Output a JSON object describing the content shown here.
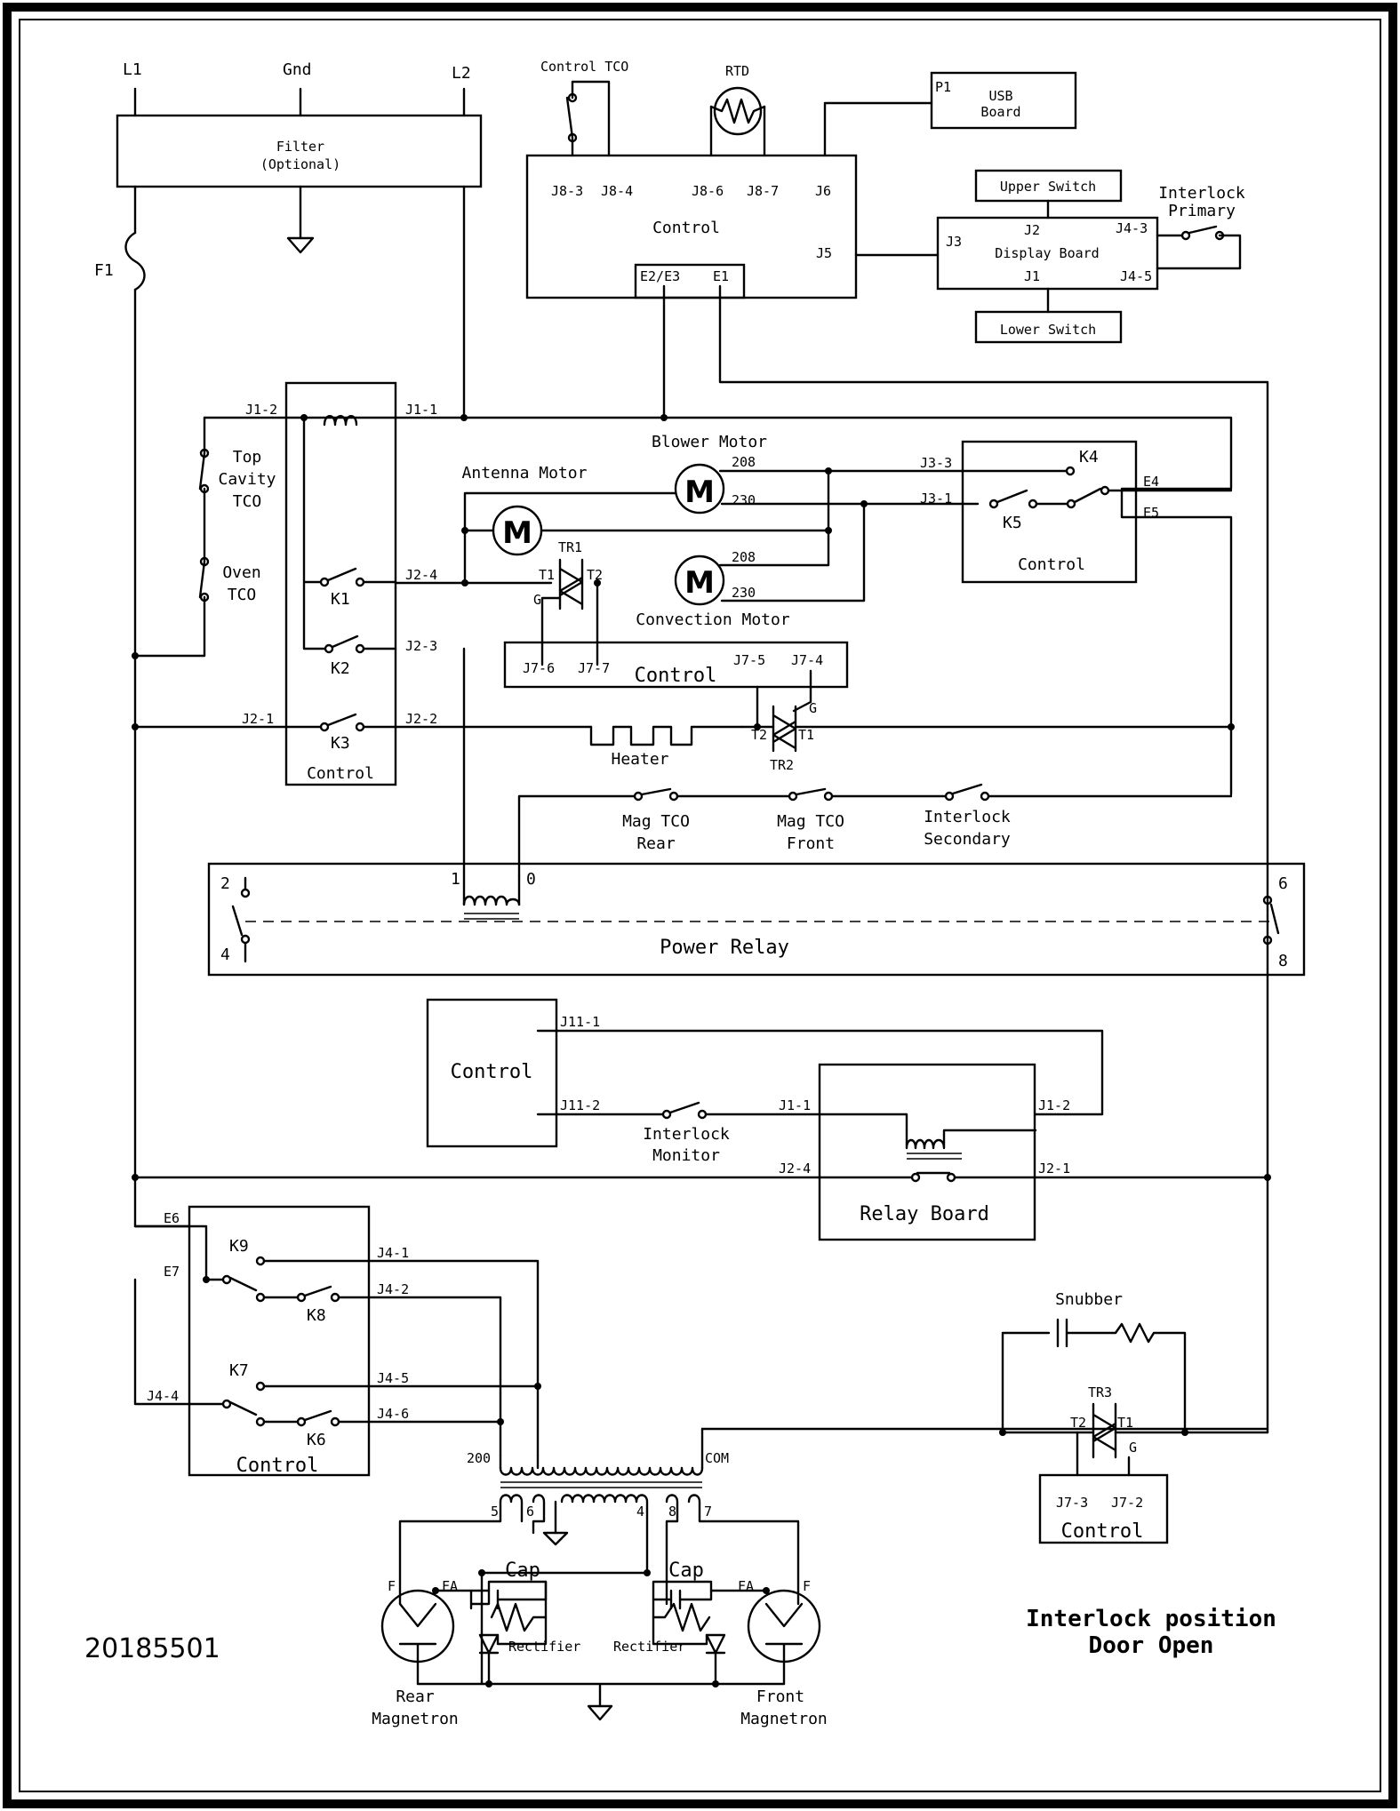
{
  "supply": {
    "l1": "L1",
    "gnd": "Gnd",
    "l2": "L2",
    "fuse": "F1"
  },
  "filter": {
    "title": "Filter",
    "subtitle": "(Optional)"
  },
  "top_control": {
    "title": "Control",
    "control_tco": "Control TCO",
    "rtd": "RTD",
    "j8_3": "J8-3",
    "j8_4": "J8-4",
    "j8_6": "J8-6",
    "j8_7": "J8-7",
    "j6": "J6",
    "j5": "J5",
    "e2e3": "E2/E3",
    "e1": "E1"
  },
  "usb": {
    "p1": "P1",
    "line1": "USB",
    "line2": "Board"
  },
  "display": {
    "title": "Display Board",
    "upper_switch": "Upper Switch",
    "lower_switch": "Lower Switch",
    "j3": "J3",
    "j2": "J2",
    "j1": "J1",
    "j4_3": "J4-3",
    "j4_5": "J4-5",
    "interlock_line1": "Interlock",
    "interlock_line2": "Primary"
  },
  "left_control": {
    "title": "Control",
    "j1_2": "J1-2",
    "j1_1": "J1-1",
    "j2_4": "J2-4",
    "j2_3": "J2-3",
    "j2_2": "J2-2",
    "j2_1": "J2-1",
    "k1": "K1",
    "k2": "K2",
    "k3": "K3"
  },
  "tcos": {
    "top_line1": "Top",
    "top_line2": "Cavity",
    "top_line3": "TCO",
    "oven_line1": "Oven",
    "oven_line2": "TCO"
  },
  "motors": {
    "blower": "Blower Motor",
    "antenna": "Antenna Motor",
    "convection": "Convection Motor",
    "m": "M",
    "v208": "208",
    "v230": "230"
  },
  "triac1": {
    "name": "TR1",
    "t1": "T1",
    "t2": "T2",
    "g": "G"
  },
  "mid_control": {
    "title": "Control",
    "j7_6": "J7-6",
    "j7_7": "J7-7",
    "j7_5": "J7-5",
    "j7_4": "J7-4"
  },
  "right_control": {
    "title": "Control",
    "k4": "K4",
    "k5": "K5",
    "e4": "E4",
    "e5": "E5",
    "j3_3": "J3-3",
    "j3_1": "J3-1"
  },
  "heater": {
    "label": "Heater"
  },
  "triac2": {
    "name": "TR2",
    "t1": "T1",
    "t2": "T2",
    "g": "G"
  },
  "interlock_chain": {
    "mag_rear_line1": "Mag TCO",
    "mag_rear_line2": "Rear",
    "mag_front_line1": "Mag TCO",
    "mag_front_line2": "Front",
    "secondary_line1": "Interlock",
    "secondary_line2": "Secondary"
  },
  "power_relay": {
    "title": "Power Relay",
    "p2": "2",
    "p4": "4",
    "p6": "6",
    "p8": "8",
    "coil1": "1",
    "coil0": "0"
  },
  "monitor_section": {
    "control": "Control",
    "j11_1": "J11-1",
    "j11_2": "J11-2",
    "interlock_line1": "Interlock",
    "interlock_line2": "Monitor",
    "relay_board": "Relay Board",
    "j1_1": "J1-1",
    "j1_2": "J1-2",
    "j2_4": "J2-4",
    "j2_1": "J2-1"
  },
  "bottom_control": {
    "title": "Control",
    "e6": "E6",
    "e7": "E7",
    "k9": "K9",
    "k8": "K8",
    "k7": "K7",
    "k6": "K6",
    "j4_1": "J4-1",
    "j4_2": "J4-2",
    "j4_4": "J4-4",
    "j4_5": "J4-5",
    "j4_6": "J4-6"
  },
  "transformer": {
    "tap200": "200",
    "com": "COM",
    "t5": "5",
    "t6": "6",
    "t4": "4",
    "t8": "8",
    "t7": "7"
  },
  "magnetrons": {
    "cap": "Cap",
    "rectifier": "Rectifier",
    "f": "F",
    "fa": "FA",
    "rear_line1": "Rear",
    "rear_line2": "Magnetron",
    "front_line1": "Front",
    "front_line2": "Magnetron"
  },
  "snubber": {
    "label": "Snubber",
    "tr3": "TR3",
    "t2": "T2",
    "t1": "T1",
    "g": "G",
    "control": "Control",
    "j7_3": "J7-3",
    "j7_2": "J7-2"
  },
  "notes": {
    "interlock_line1": "Interlock position",
    "interlock_line2": "Door Open",
    "doc_number": "20185501"
  }
}
